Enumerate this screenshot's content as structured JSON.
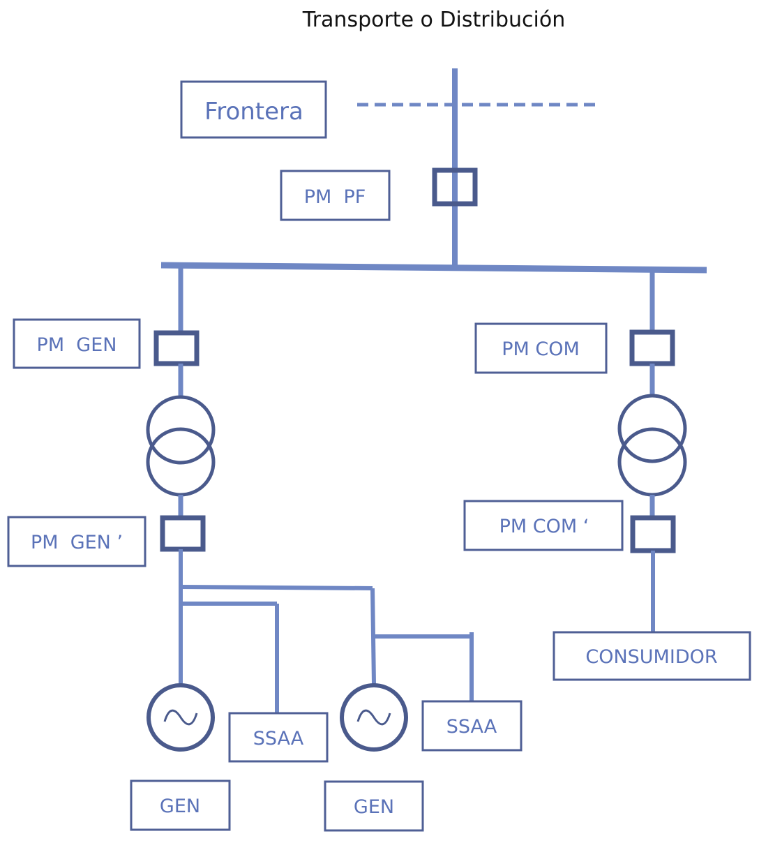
{
  "title": "Transporte o Distribución",
  "labels": {
    "frontera": "Frontera",
    "pm_pf": "PM  PF",
    "pm_gen": "PM  GEN",
    "pm_com": "PM COM",
    "pm_gen_prime": "PM  GEN ’",
    "pm_com_prime": "PM COM ‘",
    "consumidor": "CONSUMIDOR",
    "ssaa_1": "SSAA",
    "ssaa_2": "SSAA",
    "gen_1": "GEN",
    "gen_2": "GEN"
  },
  "colors": {
    "line": "#6f87c4",
    "symbol": "#4a5a8c",
    "text": "#5a72b8",
    "box_border": "#4f5f95"
  }
}
